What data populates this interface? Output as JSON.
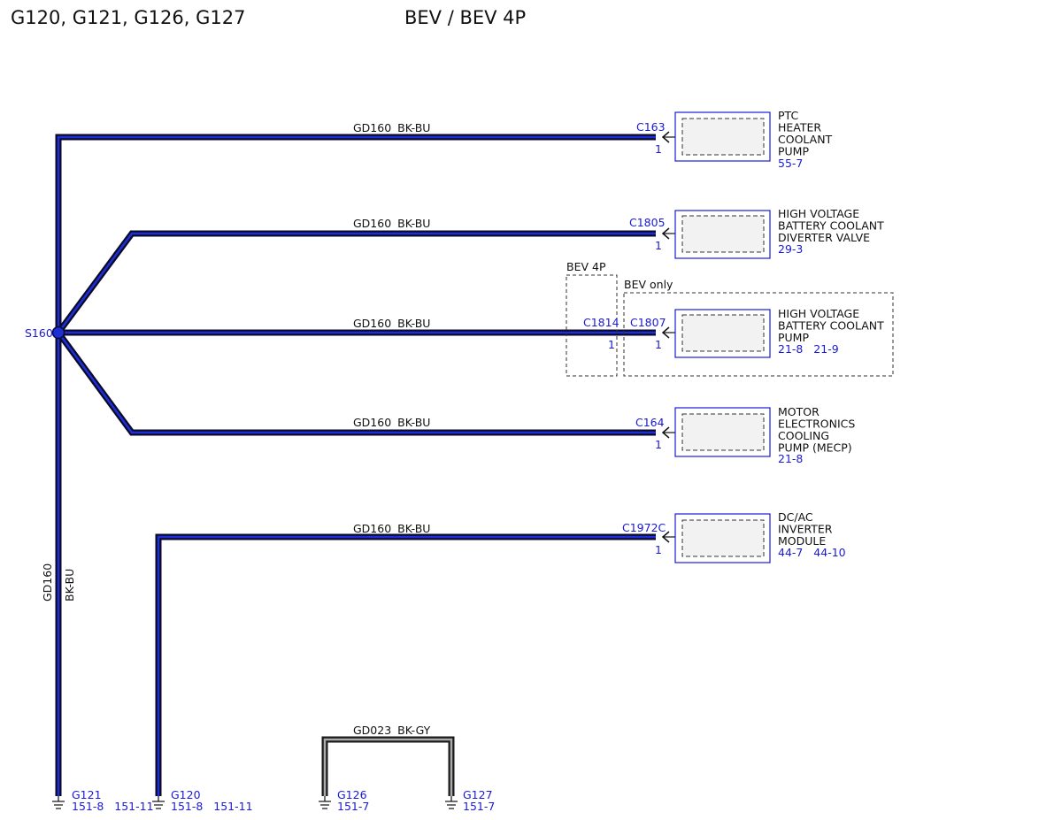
{
  "header": {
    "title": "G120, G121, G126, G127",
    "subtitle": "BEV / BEV 4P"
  },
  "colors": {
    "wire_outer": "#0a0a2a",
    "wire_inner": "#1f2fd8",
    "gray_wire_inner": "#aaaaaa",
    "ref_text": "#1a1ad4",
    "module_fill": "#f2f2f2"
  },
  "splice": {
    "name": "S160"
  },
  "wires": [
    {
      "circuit": "GD160",
      "color": "BK-BU"
    },
    {
      "circuit": "GD160",
      "color": "BK-BU"
    },
    {
      "circuit": "GD160",
      "color": "BK-BU"
    },
    {
      "circuit": "GD160",
      "color": "BK-BU"
    },
    {
      "circuit": "GD160",
      "color": "BK-BU"
    },
    {
      "circuit": "GD023",
      "color": "BK-GY"
    }
  ],
  "vertical_wire": {
    "circuit": "GD160",
    "color": "BK-BU"
  },
  "components": [
    {
      "connector": "C163",
      "pin": "1",
      "lines": [
        "PTC",
        "HEATER",
        "COOLANT",
        "PUMP"
      ],
      "refs": "55-7"
    },
    {
      "connector": "C1805",
      "pin": "1",
      "lines": [
        "HIGH VOLTAGE",
        "BATTERY COOLANT",
        "DIVERTER VALVE"
      ],
      "refs": "29-3"
    },
    {
      "connector": "C1807",
      "pin": "1",
      "lines": [
        "HIGH VOLTAGE",
        "BATTERY COOLANT",
        "PUMP"
      ],
      "refs": "21-8   21-9"
    },
    {
      "connector": "C164",
      "pin": "1",
      "lines": [
        "MOTOR",
        "ELECTRONICS",
        "COOLING",
        "PUMP (MECP)"
      ],
      "refs": "21-8"
    },
    {
      "connector": "C1972C",
      "pin": "1",
      "lines": [
        "DC/AC",
        "INVERTER",
        "MODULE"
      ],
      "refs": "44-7   44-10"
    }
  ],
  "inline_connector": {
    "name": "C1814",
    "pin": "1"
  },
  "options": {
    "bev4p": "BEV 4P",
    "bev_only": "BEV only"
  },
  "grounds": [
    {
      "name": "G121",
      "refs": "151-8   151-11"
    },
    {
      "name": "G120",
      "refs": "151-8   151-11"
    },
    {
      "name": "G126",
      "refs": "151-7"
    },
    {
      "name": "G127",
      "refs": "151-7"
    }
  ]
}
